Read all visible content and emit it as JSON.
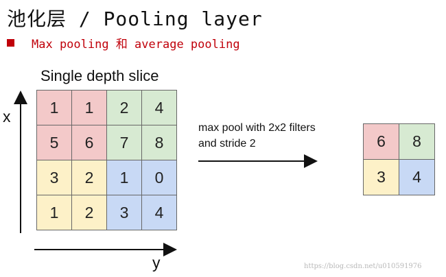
{
  "title": "池化层 / Pooling layer",
  "subtitle": "Max pooling 和 average pooling",
  "slice_title": "Single depth slice",
  "axis_x_label": "x",
  "axis_y_label": "y",
  "operation": {
    "line1": "max pool with 2x2 filters",
    "line2": "and stride 2"
  },
  "input_grid": [
    [
      "1",
      "1",
      "2",
      "4"
    ],
    [
      "5",
      "6",
      "7",
      "8"
    ],
    [
      "3",
      "2",
      "1",
      "0"
    ],
    [
      "1",
      "2",
      "3",
      "4"
    ]
  ],
  "output_grid": [
    [
      "6",
      "8"
    ],
    [
      "3",
      "4"
    ]
  ],
  "colors": {
    "pink": "#f3c9c9",
    "green": "#d7ead2",
    "yellow": "#fdf1c8",
    "blue": "#c8d9f5",
    "bullet_red": "#c0000a"
  },
  "watermark": "https://blog.csdn.net/u010591976"
}
